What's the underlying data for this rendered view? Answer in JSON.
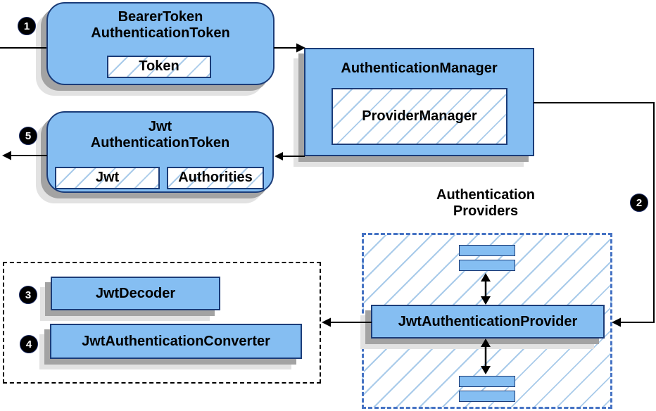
{
  "nodes": {
    "bearer_token": {
      "title_line1": "BearerToken",
      "title_line2": "AuthenticationToken",
      "field": "Token"
    },
    "authentication_manager": {
      "title": "AuthenticationManager",
      "inner": "ProviderManager"
    },
    "jwt_token": {
      "title_line1": "Jwt",
      "title_line2": "AuthenticationToken",
      "field1": "Jwt",
      "field2": "Authorities"
    },
    "providers_group": {
      "label_line1": "Authentication",
      "label_line2": "Providers"
    },
    "jwt_authentication_provider": {
      "label": "JwtAuthenticationProvider"
    },
    "jwt_decoder": {
      "label": "JwtDecoder"
    },
    "jwt_authentication_converter": {
      "label": "JwtAuthenticationConverter"
    }
  },
  "steps": {
    "step1": "1",
    "step2": "2",
    "step3": "3",
    "step4": "4",
    "step5": "5"
  },
  "colors": {
    "node_fill": "#85BEF2",
    "node_border": "#1B3C78",
    "hatch": "#A9CBEA",
    "dashed_border": "#4673C4",
    "dotted_border": "#000000",
    "shadow_dark": "#A3A3A3",
    "shadow_light": "#E2E2E2",
    "arrow": "#000000",
    "text": "#000000"
  }
}
